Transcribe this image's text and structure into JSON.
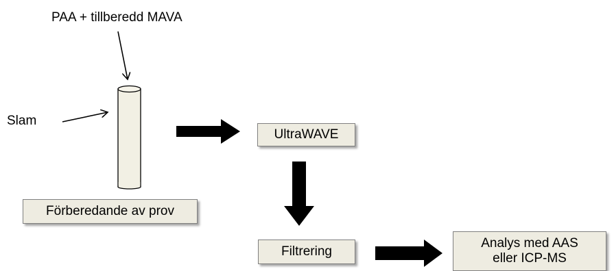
{
  "diagram": {
    "reagent_label": "PAA + tillberedd MAVA",
    "sludge_label": "Slam",
    "steps": {
      "preparation": "Förberedande av prov",
      "digestion": "UltraWAVE",
      "filtration": "Filtrering",
      "analysis_line1": "Analys med AAS",
      "analysis_line2": "eller ICP-MS"
    },
    "colors": {
      "box_fill": "#eeece1",
      "box_border": "#7f7f7f",
      "tube_fill": "#f2f0e4",
      "arrow": "#000000"
    }
  }
}
